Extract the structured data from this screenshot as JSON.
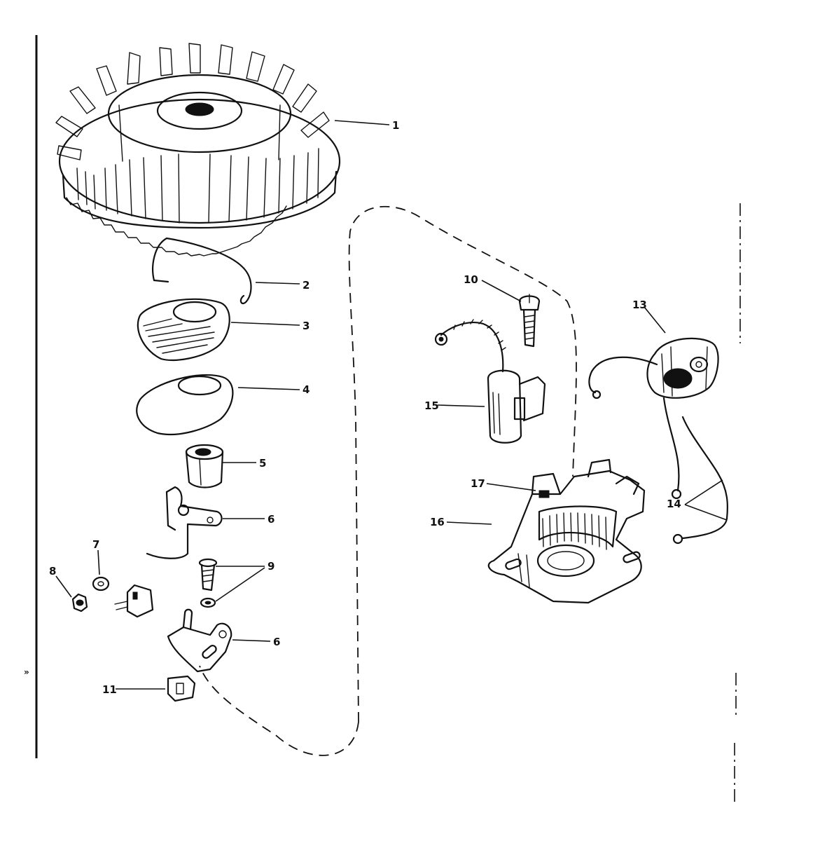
{
  "callouts": {
    "c1": "1",
    "c2": "2",
    "c3": "3",
    "c4": "4",
    "c5": "5",
    "c6a": "6",
    "c6b": "6",
    "c7": "7",
    "c8": "8",
    "c9": "9",
    "c10": "10",
    "c11": "11",
    "c13": "13",
    "c14": "14",
    "c15": "15",
    "c16": "16",
    "c17": "17"
  },
  "margin_mark": "»"
}
